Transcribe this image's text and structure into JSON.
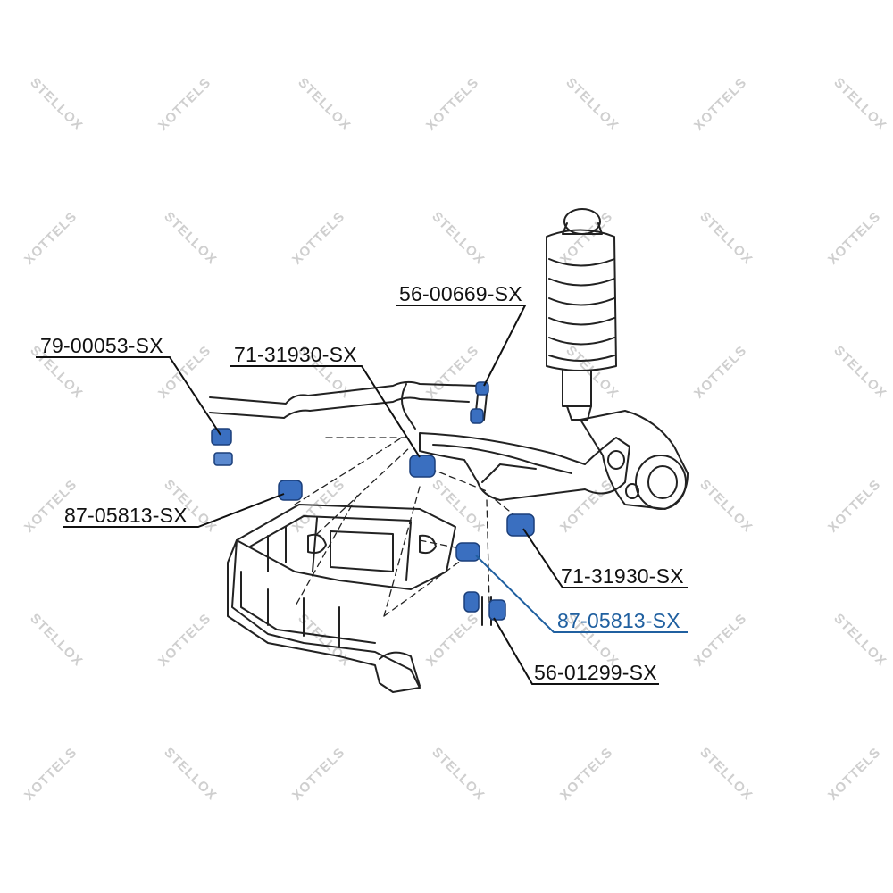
{
  "colors": {
    "line": "#111111",
    "highlight": "#2060a0",
    "part_fill": "#3a6fc0",
    "watermark": "#cfcfcf"
  },
  "watermark": {
    "brand_a": "STELLOX",
    "brand_b": "XOTTELS"
  },
  "parts": [
    {
      "id": "p1",
      "label": "79-00053-SX",
      "highlighted": false
    },
    {
      "id": "p2",
      "label": "71-31930-SX",
      "highlighted": false
    },
    {
      "id": "p3",
      "label": "56-00669-SX",
      "highlighted": false
    },
    {
      "id": "p4",
      "label": "87-05813-SX",
      "highlighted": false
    },
    {
      "id": "p5",
      "label": "71-31930-SX",
      "highlighted": false
    },
    {
      "id": "p6",
      "label": "87-05813-SX",
      "highlighted": true
    },
    {
      "id": "p7",
      "label": "56-01299-SX",
      "highlighted": false
    }
  ]
}
